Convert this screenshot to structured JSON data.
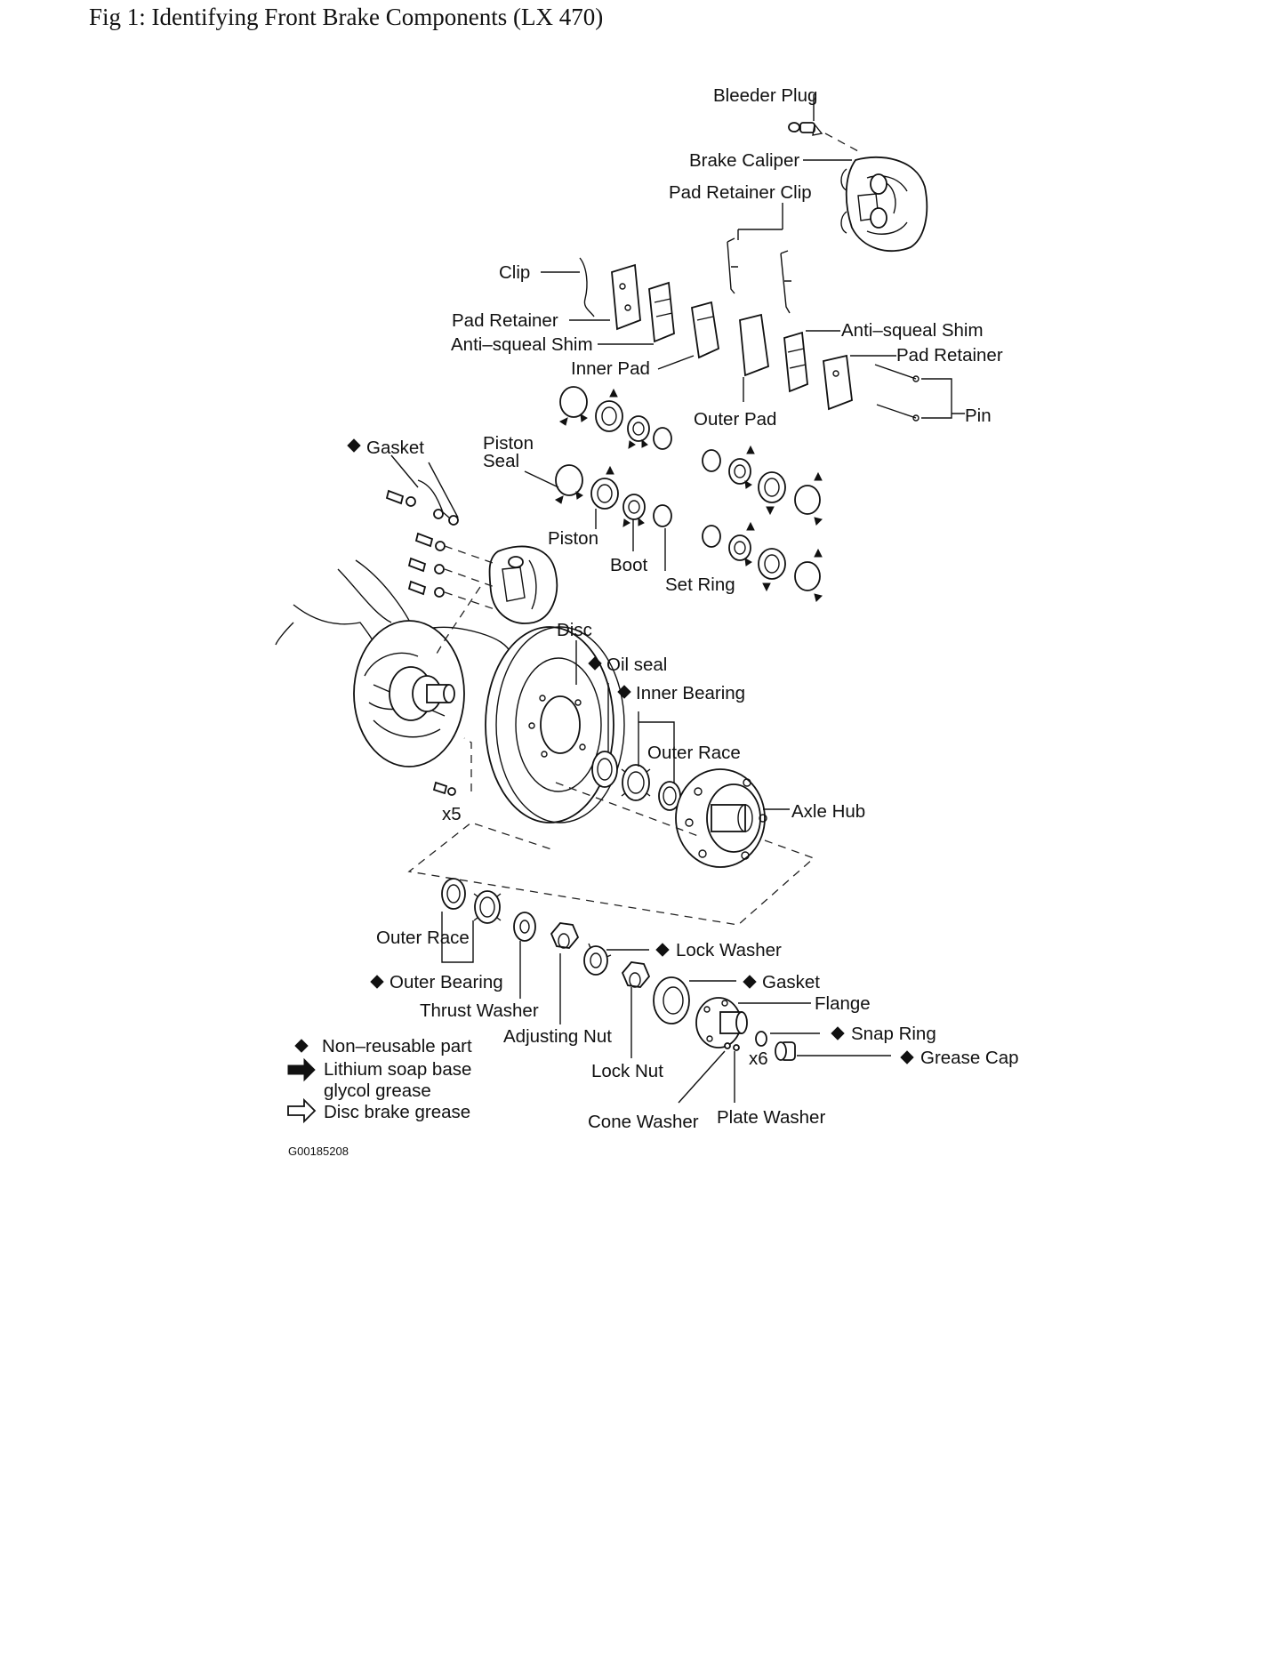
{
  "figure": {
    "title": "Fig 1: Identifying Front Brake Components (LX 470)",
    "code": "G00185208"
  },
  "labels": {
    "bleeder_plug": "Bleeder Plug",
    "brake_caliper": "Brake Caliper",
    "pad_retainer_clip": "Pad Retainer Clip",
    "clip": "Clip",
    "pad_retainer_left": "Pad Retainer",
    "anti_squeal_shim_left": "Anti–squeal Shim",
    "inner_pad": "Inner Pad",
    "anti_squeal_shim_right": "Anti–squeal Shim",
    "pad_retainer_right": "Pad Retainer",
    "outer_pad": "Outer Pad",
    "pin": "Pin",
    "gasket_top": "Gasket",
    "piston_seal_1": "Piston",
    "piston_seal_2": "Seal",
    "piston": "Piston",
    "boot": "Boot",
    "set_ring": "Set Ring",
    "disc": "Disc",
    "oil_seal": "Oil seal",
    "inner_bearing": "Inner Bearing",
    "outer_race_top": "Outer Race",
    "axle_hub": "Axle Hub",
    "x5": "x5",
    "outer_race_bottom": "Outer Race",
    "outer_bearing": "Outer Bearing",
    "thrust_washer": "Thrust Washer",
    "adjusting_nut": "Adjusting Nut",
    "lock_washer": "Lock Washer",
    "gasket_bottom": "Gasket",
    "flange": "Flange",
    "lock_nut": "Lock Nut",
    "snap_ring": "Snap Ring",
    "grease_cap": "Grease Cap",
    "x6": "x6",
    "cone_washer": "Cone Washer",
    "plate_washer": "Plate Washer"
  },
  "legend": {
    "non_reusable": "Non–reusable part",
    "lithium_1": "Lithium soap base",
    "lithium_2": "glycol grease",
    "disc_brake_grease": "Disc brake grease"
  },
  "icons": {
    "non_reusable": "diamond-icon",
    "lithium": "solid-arrow-icon",
    "disc_grease": "outline-arrow-icon"
  },
  "colors": {
    "ink": "#111111",
    "background": "#ffffff"
  }
}
